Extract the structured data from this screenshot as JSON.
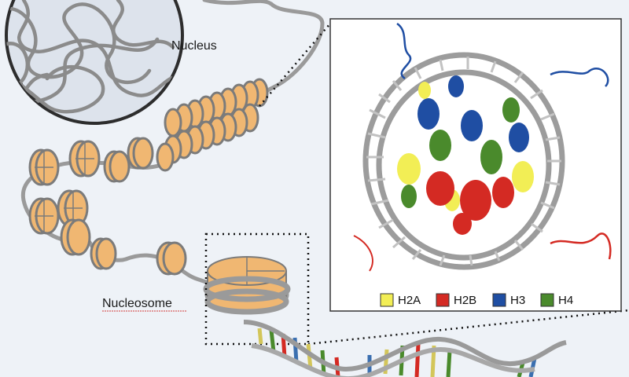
{
  "labels": {
    "nucleus": "Nucleus",
    "nucleosome": "Nucleosome"
  },
  "legend": [
    {
      "label": "H2A",
      "color": "#f2ee55"
    },
    {
      "label": "H2B",
      "color": "#d42a23"
    },
    {
      "label": "H3",
      "color": "#1f4ea3"
    },
    {
      "label": "H4",
      "color": "#4a8a2c"
    }
  ],
  "colors": {
    "background": "#eef2f7",
    "dna": "#9a9a9a",
    "histone": "#f0b772",
    "panel_border": "#333333"
  }
}
